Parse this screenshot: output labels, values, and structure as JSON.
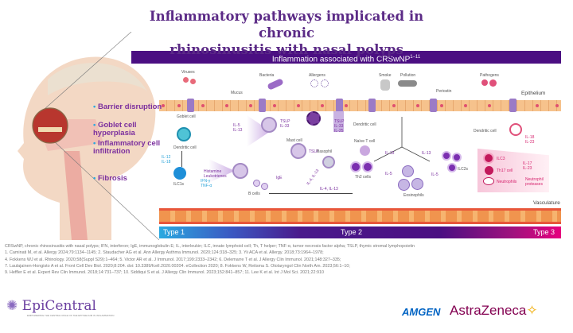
{
  "title": {
    "line1": "Inflammatory pathways implicated in chronic",
    "line2": "rhinosinusitis with nasal polyps"
  },
  "banner": {
    "text": "Inflammation associated with CRSwNP",
    "sup": "1–11"
  },
  "features": [
    "Barrier disruption",
    "Goblet cell hyperplasia",
    "Inflammatory cell infiltration",
    "Fibrosis"
  ],
  "triggers": {
    "viruses": "Viruses",
    "mucus": "Mucus",
    "bacteria": "Bacteria",
    "allergens": "Allergens",
    "smoke": "Smoke",
    "pollution": "Pollution",
    "periostin": "Periostin",
    "pathogens": "Pathogens",
    "epithelium": "Epithelium",
    "vasculature": "Vasculature"
  },
  "type1": {
    "goblet": "Goblet cell",
    "dendritic": "Dendritic cell",
    "il12": "IL-12",
    "il18": "IL-18",
    "ilc1": "ILC1s",
    "ifn": "IFN-γ",
    "tnf": "TNF-α"
  },
  "type2": {
    "il5": "IL-5",
    "il13": "IL-13",
    "tslp": "TSLP",
    "il33": "IL-33",
    "il25": "IL-25",
    "mast": "Mast cell",
    "basophil": "Basophil",
    "histamine": "Histamine",
    "leukotrienes": "Leukotrienes",
    "ige": "IgE",
    "il4il13": "IL-4, IL-13",
    "bcells": "B cells",
    "dendritic": "Dendritic cell",
    "naive": "Naïve T cell",
    "th2": "Th2 cells",
    "eos": "Eosinophils",
    "ilc2": "ILC2s"
  },
  "type3": {
    "dendritic": "Dendritic cell",
    "il18": "IL-18",
    "il23": "IL-23",
    "ilc3": "ILC3",
    "th17": "Th17 cell",
    "neut": "Neutrophils",
    "il17": "IL-17",
    "proteases": "Neutrophil proteases"
  },
  "types": [
    "Type 1",
    "Type 2",
    "Type 3"
  ],
  "footnotes": {
    "abbrev": "CRSwNP, chronic rhinosinusitis with nasal polyps; IFN, interferon; IgE, immunoglobulin E; IL, interleukin; ILC, innate lymphoid cell; Th, T helper; TNF-α, tumor necrosis factor alpha; TSLP, thymic stromal lymphopoietin",
    "r1": "1. Caminati M, et al. Allergy 2024;79:1134–1145; 2. Staudacher AG et al. Ann Allergy Asthma Immunol. 2020;124:318–325; 3. Yii ACA et al. Allergy. 2018;73:1964–1978;",
    "r2": "4. Fokkens WJ et al. Rhinology. 2020;58(Suppl S29):1–464; 5. Victor AR et al. J Immunol. 2017;199:2333–2342; 6. Delemarre T et al. J Allergy Clin Immunol. 2021;148:327–335;",
    "r3": "7. Laulajainen-Hongisto A et al. Front Cell Dev Biol. 2020;8:204. doi: 10.3389/fcell.2020.00204. eCollection 2020; 8. Fokkens W, Reitsma S. Otolaryngol Clin North Am. 2023;56:1–10;",
    "r4": "9. Heffler E et al. Expert Rev Clin Immunol. 2018;14:731–737; 10. Siddiqui S et al. J Allergy Clin Immunol. 2023;152:841–857; 11. Lee K et al. Int J Mol Sci. 2021;22:910"
  },
  "logos": {
    "epicentral": "EpiCentral",
    "epicentral_tag": "EMPOWERING THE CENTRAL ROLE OF THE EPITHELIUM IN INFLAMMATION",
    "amgen": "AMGEN",
    "astrazeneca": "AstraZeneca"
  }
}
